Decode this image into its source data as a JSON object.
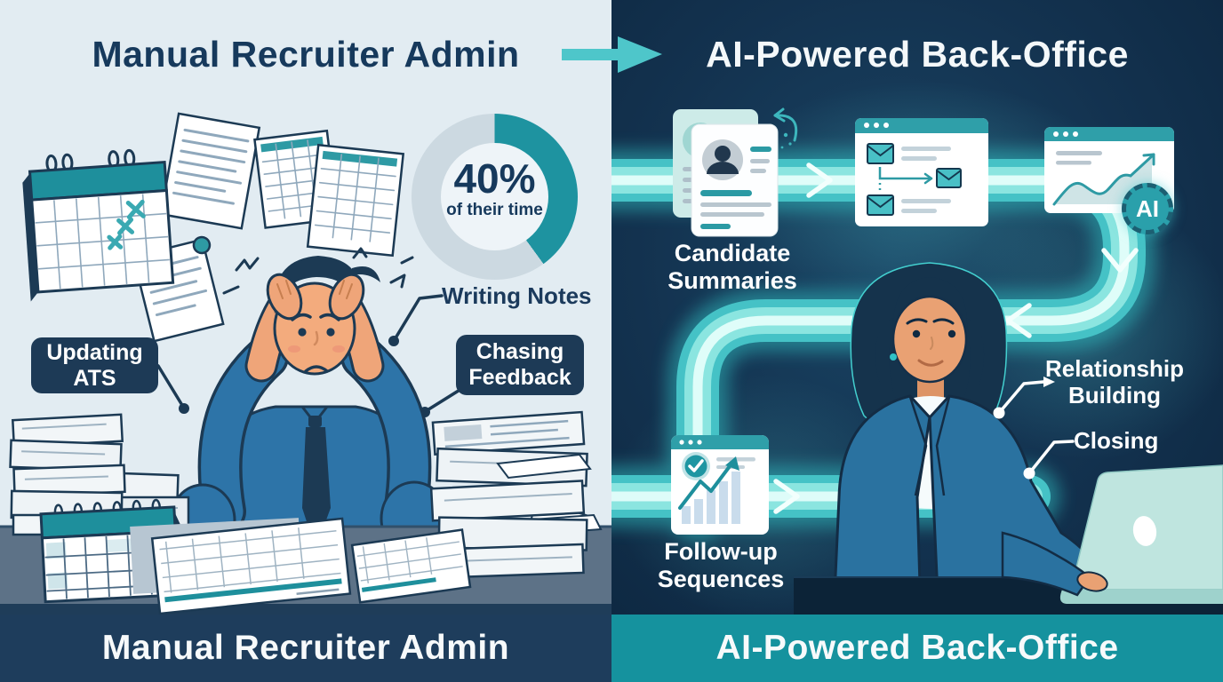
{
  "header": {
    "left_title": "Manual Recruiter Admin",
    "right_title": "AI-Powered Back-Office",
    "transition_icon": "right-arrow"
  },
  "footer": {
    "left_label": "Manual Recruiter Admin",
    "right_label": "AI-Powered Back-Office"
  },
  "left_panel": {
    "donut": {
      "value": "40%",
      "caption": "of their time"
    },
    "callouts": {
      "updating_ats": "Updating ATS",
      "writing_notes": "Writing Notes",
      "chasing_feedback": "Chasing Feedback"
    },
    "scene": [
      "wall-calendar with crossed-out days",
      "scattered documents and spreadsheets",
      "stressed recruiter holding head at desk",
      "paper stacks",
      "desk calendar",
      "spreadsheet printouts"
    ]
  },
  "right_panel": {
    "labels": {
      "candidate_summaries": "Candidate Summaries",
      "follow_up_sequences": "Follow-up Sequences",
      "relationship_building": "Relationship Building",
      "closing": "Closing"
    },
    "ai_badge": "AI",
    "scene": [
      "glowing automation pipeline with arrows",
      "candidate profile card",
      "email sequence window",
      "analytics growth window",
      "calm recruiter at laptop",
      "laptop"
    ]
  },
  "chart_data": {
    "type": "pie",
    "style": "donut",
    "segments": [
      {
        "name": "admin-time",
        "value": 40,
        "color": "#1e93a0"
      },
      {
        "name": "remainder",
        "value": 60,
        "color": "#ccd9e1"
      }
    ],
    "center_label": "40%",
    "caption": "of their time",
    "start_angle_deg": 0,
    "direction": "clockwise"
  },
  "colors": {
    "panel_left_bg": "#e2ecf2",
    "panel_right_bg": "#13324f",
    "banner_left": "#1e3d5c",
    "banner_right": "#15929e",
    "navy_ink": "#1c3a54",
    "teal_accent": "#2f9fa9",
    "pipeline_teal": "#52c6ca",
    "arrow_teal": "#4ec6ca",
    "donut_teal": "#1e93a0",
    "donut_gray": "#ccd9e1"
  },
  "icons": {
    "transition": "right-arrow-icon",
    "ai": "ai-gear-badge-icon",
    "emails": "envelope-icon",
    "growth": "line-chart-up-icon",
    "done": "check-circle-icon"
  }
}
